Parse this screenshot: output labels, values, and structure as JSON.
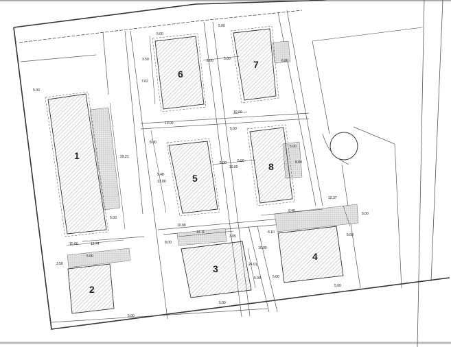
{
  "site_plan": {
    "buildings": [
      {
        "label": "1"
      },
      {
        "label": "2"
      },
      {
        "label": "3"
      },
      {
        "label": "4"
      },
      {
        "label": "5"
      },
      {
        "label": "6"
      },
      {
        "label": "7"
      },
      {
        "label": "8"
      }
    ],
    "dimensions": {
      "d_b1_top": "5.00",
      "d_b1_len": "29.21",
      "d_b1_gap": "5.00",
      "d_b2_w1": "10.00",
      "d_b2_w2": "13.44",
      "d_b2_gap": "5.00",
      "d_b2_side": "3.50",
      "d_b2_bot": "5.00",
      "d_b6_a": "5.00",
      "d_b6_b": "5.00",
      "d_b6_c": "3.50",
      "d_b6_d": "7.02",
      "d_b7_a": "5.00",
      "d_b7_b": "5.00",
      "d_b7_c": "8.80",
      "d_b7_d": "10.00",
      "d_b6_e": "10.00",
      "d_b5_a": "8.00",
      "d_b5_b": "9.48",
      "d_b5_c": "13.00",
      "d_b5_d": "10.00",
      "d_b8_a": "5.00",
      "d_b8_b": "5.00",
      "d_b8_c": "10.00",
      "d_b8_d": "8.80",
      "d_b8_e": "5.00",
      "d_b8_f": "5.00",
      "d_b3_a": "13.11",
      "d_b3_b": "3.05",
      "d_b3_c": "8.00",
      "d_b3_d": "10.00",
      "d_b3_e": "24.01",
      "d_b3_f": "5.00",
      "d_b3_g": "5.00",
      "d_b4_a": "9.40",
      "d_b4_b": "3.10",
      "d_b4_c": "5.00",
      "d_b4_d": "5.00",
      "d_b4_e": "5.00",
      "d_b4_f": "12.37",
      "d_b4_g": "5.00"
    }
  }
}
